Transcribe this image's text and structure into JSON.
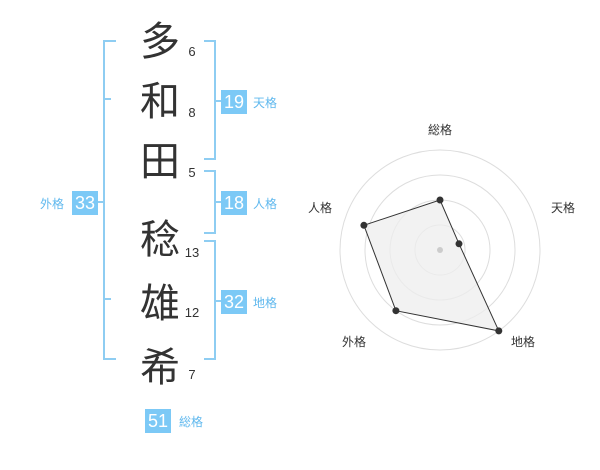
{
  "name": {
    "characters": [
      {
        "char": "多",
        "strokes": "6"
      },
      {
        "char": "和",
        "strokes": "8"
      },
      {
        "char": "田",
        "strokes": "5"
      },
      {
        "char": "稔",
        "strokes": "13"
      },
      {
        "char": "雄",
        "strokes": "12"
      },
      {
        "char": "希",
        "strokes": "7"
      }
    ]
  },
  "fortune": {
    "tenkaku": {
      "value": "19",
      "label": "天格"
    },
    "jinkaku": {
      "value": "18",
      "label": "人格"
    },
    "chikaku": {
      "value": "32",
      "label": "地格"
    },
    "gaikaku": {
      "value": "33",
      "label": "外格"
    },
    "soukaku": {
      "value": "51",
      "label": "総格"
    }
  },
  "radar": {
    "axes": [
      "総格",
      "天格",
      "地格",
      "外格",
      "人格"
    ],
    "levels": 4,
    "scores": [
      0.5,
      0.2,
      1.0,
      0.75,
      0.8
    ],
    "colors": {
      "grid": "#dddddd",
      "fill": "#eeeeee",
      "line": "#333333",
      "point": "#333333",
      "center": "#cccccc"
    }
  }
}
